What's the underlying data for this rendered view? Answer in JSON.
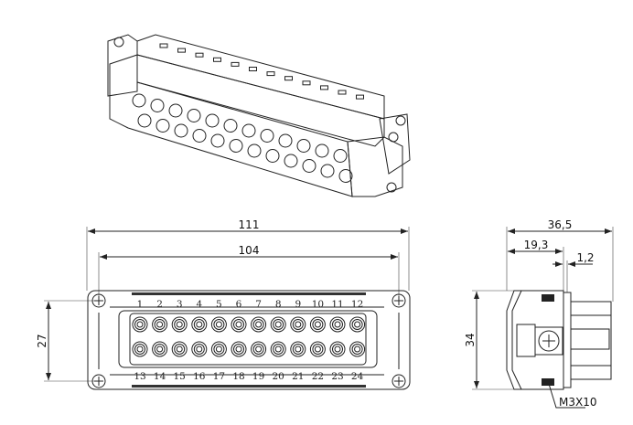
{
  "front_view": {
    "dim_overall_width": "111",
    "dim_screw_spacing": "104",
    "dim_screw_vertical": "27",
    "pins_top_row": [
      "1",
      "2",
      "3",
      "4",
      "5",
      "6",
      "7",
      "8",
      "9",
      "10",
      "11",
      "12"
    ],
    "pins_bottom_row": [
      "13",
      "14",
      "15",
      "16",
      "17",
      "18",
      "19",
      "20",
      "21",
      "22",
      "23",
      "24"
    ]
  },
  "side_view": {
    "dim_depth": "36,5",
    "dim_front_depth": "19,3",
    "dim_flange": "1,2",
    "dim_height": "34",
    "screw_label": "M3X10"
  }
}
